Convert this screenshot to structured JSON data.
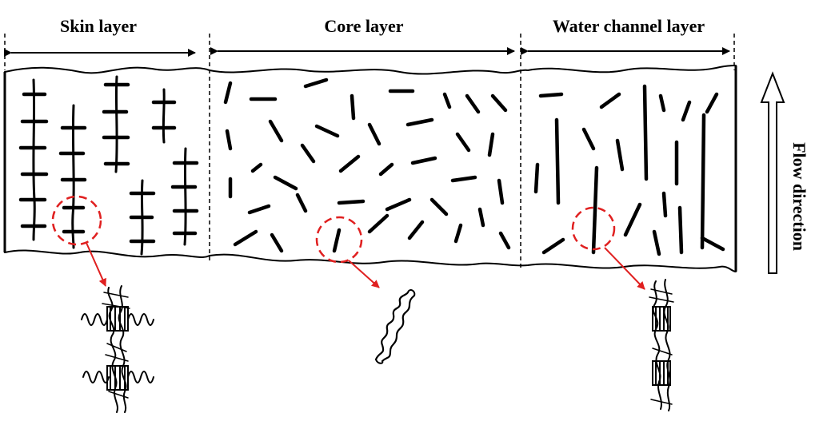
{
  "layers": [
    {
      "id": "skin",
      "title": "Skin layer"
    },
    {
      "id": "core",
      "title": "Core layer"
    },
    {
      "id": "water-channel",
      "title": "Water channel layer"
    }
  ],
  "flow": {
    "label": "Flow direction"
  },
  "colors": {
    "ink": "#000000",
    "highlight": "#e02020",
    "background": "#ffffff"
  }
}
